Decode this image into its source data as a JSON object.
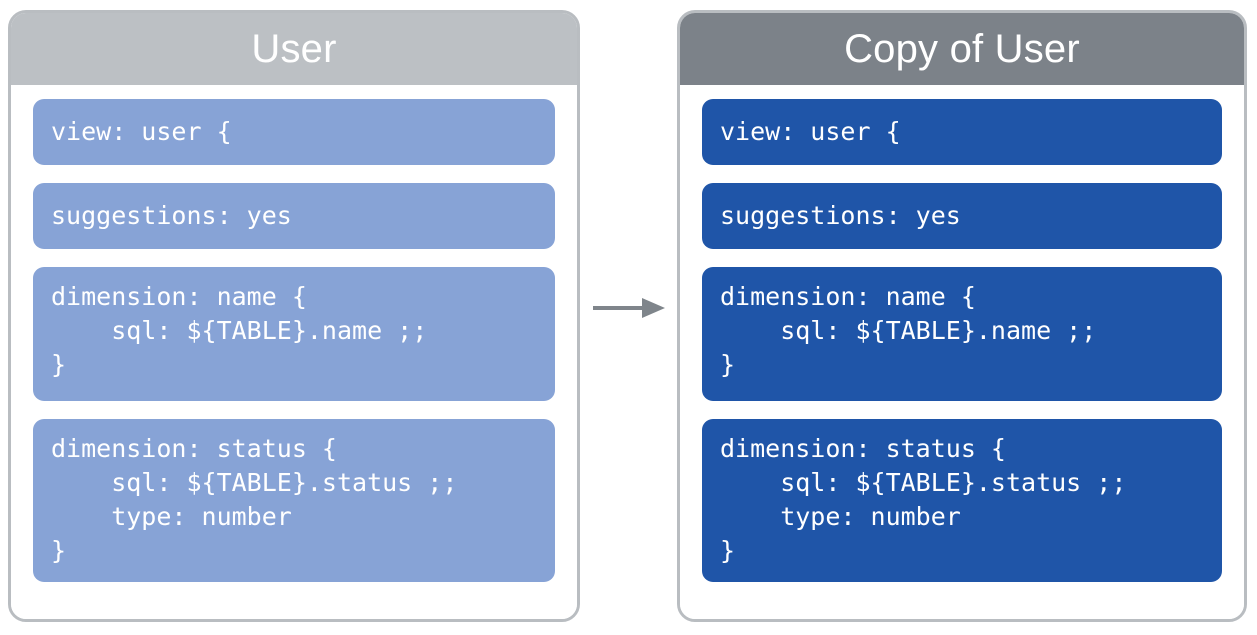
{
  "diagram": {
    "arrow": {
      "icon": "arrow-right-icon",
      "color": "#7f858b",
      "direction": "left-to-right"
    },
    "panels": [
      {
        "id": "source",
        "title": "User",
        "header_color": "#bcc0c4",
        "block_color": "#87a3d6",
        "border_color": "#b9bdc1",
        "blocks": [
          {
            "name": "view",
            "code": "view: user {"
          },
          {
            "name": "suggestions",
            "code": "suggestions: yes"
          },
          {
            "name": "dimension-name",
            "code": "dimension: name {\n    sql: ${TABLE}.name ;;\n}"
          },
          {
            "name": "dimension-status",
            "code": "dimension: status {\n    sql: ${TABLE}.status ;;\n    type: number\n}"
          }
        ]
      },
      {
        "id": "copy",
        "title": "Copy of User",
        "header_color": "#7c8289",
        "block_color": "#1f55a8",
        "border_color": "#b9bdc1",
        "blocks": [
          {
            "name": "view",
            "code": "view: user {"
          },
          {
            "name": "suggestions",
            "code": "suggestions: yes"
          },
          {
            "name": "dimension-name",
            "code": "dimension: name {\n    sql: ${TABLE}.name ;;\n}"
          },
          {
            "name": "dimension-status",
            "code": "dimension: status {\n    sql: ${TABLE}.status ;;\n    type: number\n}"
          }
        ]
      }
    ]
  }
}
